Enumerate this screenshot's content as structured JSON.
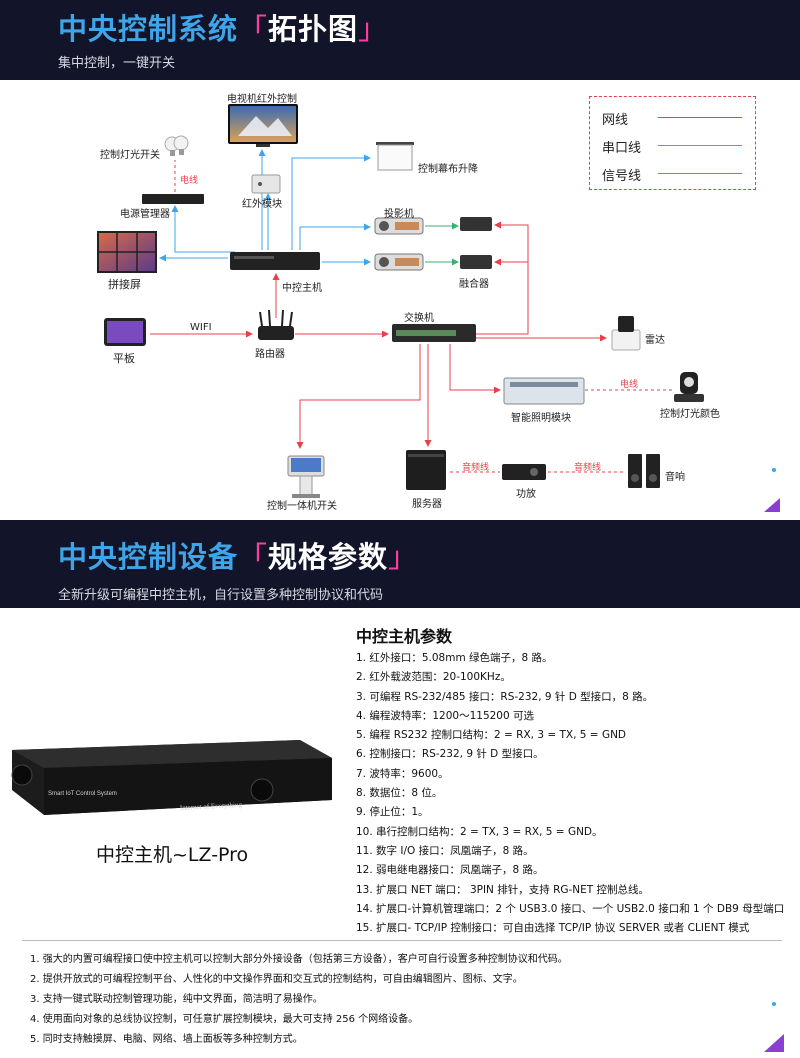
{
  "section1": {
    "title_a": "中央控制系统",
    "bracket_open": "「",
    "title_b": "拓扑图",
    "bracket_close": "」",
    "subtitle": "集中控制，一键开关"
  },
  "legend": {
    "items": [
      {
        "label": "网线",
        "color": "#e8404a"
      },
      {
        "label": "串口线",
        "color": "#3fa5e8"
      },
      {
        "label": "信号线",
        "color": "#3ab070"
      }
    ]
  },
  "topology": {
    "tv": "电视机红外控制",
    "lamp": "控制灯光开关",
    "power_line": "电线",
    "power_manager": "电源管理器",
    "ir_module": "红外模块",
    "screen": "控制幕布升降",
    "projector": "投影机",
    "video_wall": "拼接屏",
    "host": "中控主机",
    "blender": "融合器",
    "tablet": "平板",
    "wifi": "WIFI",
    "router": "路由器",
    "switch": "交换机",
    "radar": "雷达",
    "lighting_module": "智能照明模块",
    "power_line2": "电线",
    "moving_head": "控制灯光颜色",
    "kiosk": "控制一体机开关",
    "server": "服务器",
    "audio_line1": "音频线",
    "amp": "功放",
    "audio_line2": "音频线",
    "speaker": "音响"
  },
  "section2": {
    "title_a": "中央控制设备",
    "bracket_open": "「",
    "title_b": "规格参数",
    "bracket_close": "」",
    "subtitle": "全新升级可编程中控主机，自行设置多种控制协议和代码"
  },
  "device": {
    "front_text1": "Smart IoT Control System",
    "front_text2": "Internet of Everything",
    "name": "中控主机~LZ-Pro"
  },
  "spec": {
    "title": "中控主机参数",
    "items": [
      "1. 红外接口：5.08mm 绿色端子，8 路。",
      "2. 红外载波范围：20-100KHz。",
      "3. 可编程 RS-232/485 接口：RS-232, 9 针 D 型接口，8 路。",
      "4. 编程波特率：1200～115200 可选",
      "5. 编程 RS232 控制口结构：2 = RX, 3 = TX, 5 = GND",
      "6. 控制接口：RS-232, 9 针 D 型接口。",
      "7. 波特率：9600。",
      "8. 数据位：8 位。",
      "9. 停止位：1。",
      "10. 串行控制口结构：2 = TX, 3 = RX, 5 = GND。",
      "11. 数字 I/O 接口：凤凰端子，8 路。",
      "12. 弱电继电器接口：凤凰端子，8 路。",
      "13. 扩展口 NET 端口： 3PIN 排针，支持 RG-NET 控制总线。",
      "14. 扩展口-计算机管理端口：2 个 USB3.0 接口、一个 USB2.0 接口和 1 个 DB9 母型端口",
      "15. 扩展口- TCP/IP 控制接口：可自由选择 TCP/IP 协议 SERVER 或者 CLIENT 模式"
    ]
  },
  "notes": [
    "1. 强大的内置可编程接口使中控主机可以控制大部分外接设备（包括第三方设备），客户可自行设置多种控制协议和代码。",
    "2. 提供开放式的可编程控制平台、人性化的中文操作界面和交互式的控制结构，可自由编辑图片、图标、文字。",
    "3. 支持一键式联动控制管理功能，纯中文界面，简洁明了易操作。",
    "4. 使用面向对象的总线协议控制，可任意扩展控制模块，最大可支持 256 个网络设备。",
    "5. 同时支持触摸屏、电脑、网络、墙上面板等多种控制方式。"
  ]
}
